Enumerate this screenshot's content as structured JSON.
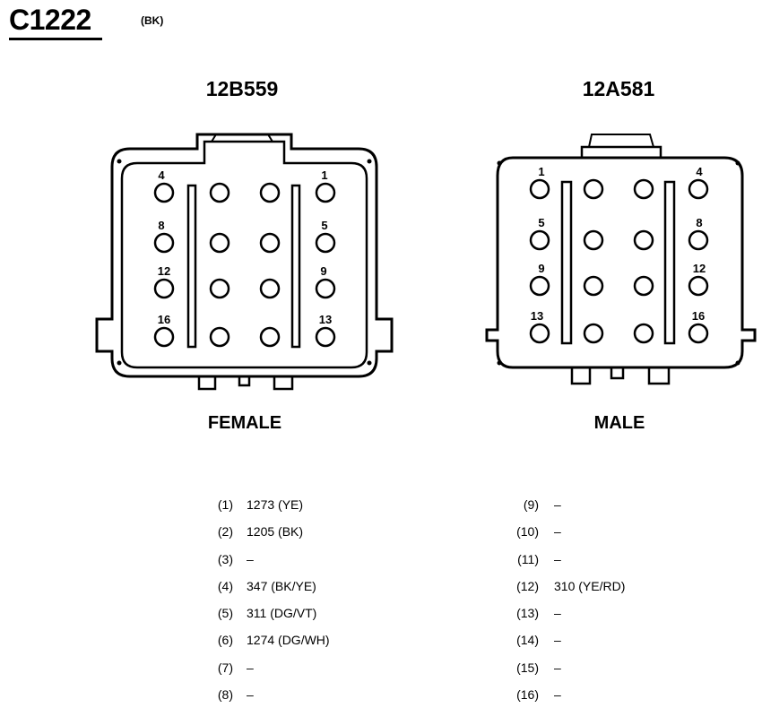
{
  "connector": {
    "id": "C1222",
    "color_code": "(BK)"
  },
  "female": {
    "part_number": "12B559",
    "label": "FEMALE",
    "pin_labels": [
      "4",
      "1",
      "8",
      "5",
      "12",
      "9",
      "16",
      "13"
    ]
  },
  "male": {
    "part_number": "12A581",
    "label": "MALE",
    "pin_labels": [
      "1",
      "4",
      "5",
      "8",
      "9",
      "12",
      "13",
      "16"
    ]
  },
  "pinout_left": [
    {
      "cavity": "(1)",
      "circuit": "1273 (YE)"
    },
    {
      "cavity": "(2)",
      "circuit": "1205 (BK)"
    },
    {
      "cavity": "(3)",
      "circuit": "–"
    },
    {
      "cavity": "(4)",
      "circuit": "347 (BK/YE)"
    },
    {
      "cavity": "(5)",
      "circuit": "311 (DG/VT)"
    },
    {
      "cavity": "(6)",
      "circuit": "1274 (DG/WH)"
    },
    {
      "cavity": "(7)",
      "circuit": "–"
    },
    {
      "cavity": "(8)",
      "circuit": "–"
    }
  ],
  "pinout_right": [
    {
      "cavity": "(9)",
      "circuit": "–"
    },
    {
      "cavity": "(10)",
      "circuit": "–"
    },
    {
      "cavity": "(11)",
      "circuit": "–"
    },
    {
      "cavity": "(12)",
      "circuit": "310 (YE/RD)"
    },
    {
      "cavity": "(13)",
      "circuit": "–"
    },
    {
      "cavity": "(14)",
      "circuit": "–"
    },
    {
      "cavity": "(15)",
      "circuit": "–"
    },
    {
      "cavity": "(16)",
      "circuit": "–"
    }
  ]
}
